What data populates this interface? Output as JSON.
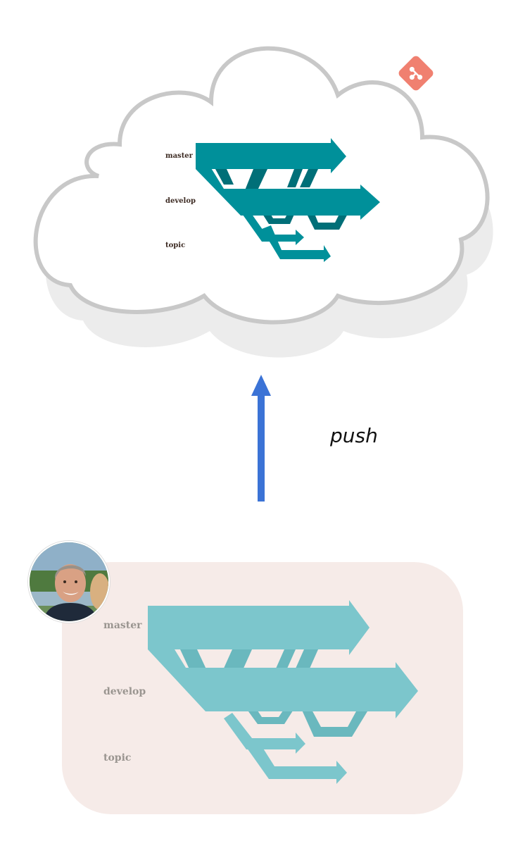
{
  "remote": {
    "branches": [
      "master",
      "develop",
      "topic"
    ],
    "colors": {
      "branch": "#00909a",
      "branch_dark": "#006f78",
      "cloud_stroke": "#c8c8c8",
      "git_logo": "#f08070"
    },
    "icon": "git-logo-icon"
  },
  "action": {
    "label": "push",
    "arrow_color": "#3b73d6",
    "icon": "up-arrow-icon"
  },
  "local": {
    "branches": [
      "master",
      "develop",
      "topic"
    ],
    "colors": {
      "branch": "#7cc6cc",
      "panel_bg": "#f6ebe8"
    },
    "avatar": "user-avatar"
  }
}
